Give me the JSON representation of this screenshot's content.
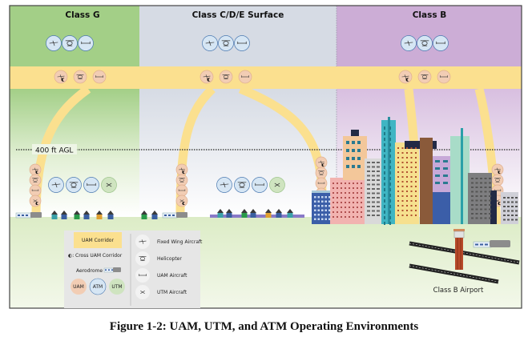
{
  "figure": {
    "caption": "Figure 1-2: UAM, UTM, and ATM Operating Environments",
    "airspace_classes": [
      {
        "name": "Class G",
        "color": "#a3cf87"
      },
      {
        "name": "Class C/D/E Surface",
        "color": "#d6dbe4"
      },
      {
        "name": "Class B",
        "color": "#ccadd6"
      }
    ],
    "altitude_label": "400 ft AGL",
    "airport_label": "Class B Airport",
    "corridor_color": "#fbe08f",
    "service_colors": {
      "UAM": "#f2cdb4",
      "ATM": "#d6e6f4",
      "UTM": "#cfe4c0"
    },
    "legend": {
      "corridor": "UAM Corridor",
      "cross_corridor": "Cross UAM Corridor",
      "cross_corridor_symbol": "◐:",
      "aerodrome": "Aerodrome",
      "services": [
        "UAM",
        "ATM",
        "UTM"
      ],
      "aircraft": [
        {
          "icon": "fixed-wing-aircraft-icon",
          "label": "Fixed Wing Aircraft"
        },
        {
          "icon": "helicopter-icon",
          "label": "Helicopter"
        },
        {
          "icon": "uam-aircraft-icon",
          "label": "UAM Aircraft"
        },
        {
          "icon": "utm-aircraft-icon",
          "label": "UTM Aircraft"
        }
      ]
    }
  }
}
